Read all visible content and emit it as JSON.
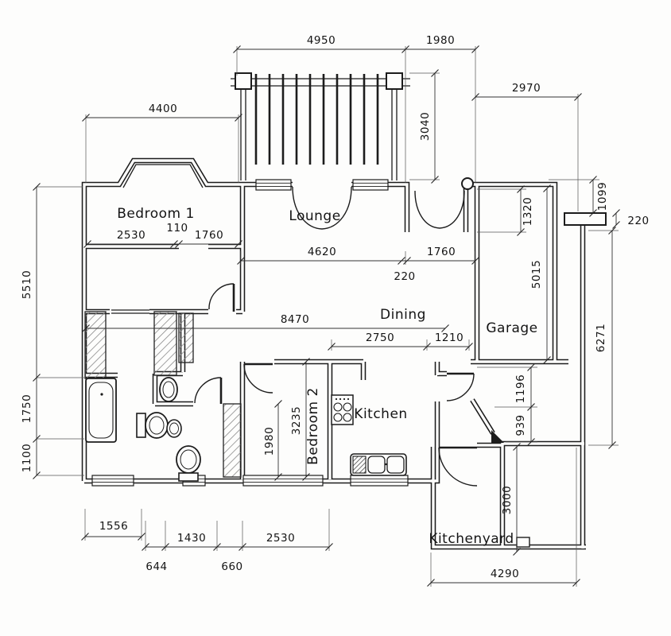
{
  "rooms": {
    "bedroom1": "Bedroom 1",
    "lounge": "Lounge",
    "garage": "Garage",
    "dining": "Dining",
    "kitchen": "Kitchen",
    "bedroom2": "Bedroom 2",
    "kitchenyard": "Kitchenyard"
  },
  "dims": {
    "d4950": "4950",
    "d1980a": "1980",
    "d4400": "4400",
    "d2970": "2970",
    "d3040": "3040",
    "d1099": "1099",
    "d220a": "220",
    "d220b": "220",
    "d1320": "1320",
    "d2530a": "2530",
    "d110": "110",
    "d1760a": "1760",
    "d4620": "4620",
    "d1760b": "1760",
    "d5510": "5510",
    "d1750": "1750",
    "d1100": "1100",
    "d8470": "8470",
    "d2750": "2750",
    "d1210": "1210",
    "d5015": "5015",
    "d6271": "6271",
    "d1196": "1196",
    "d939": "939",
    "d3235": "3235",
    "d1980b": "1980",
    "d1556": "1556",
    "d1430": "1430",
    "d2530b": "2530",
    "d644": "644",
    "d660": "660",
    "d3000": "3000",
    "d4290": "4290"
  }
}
